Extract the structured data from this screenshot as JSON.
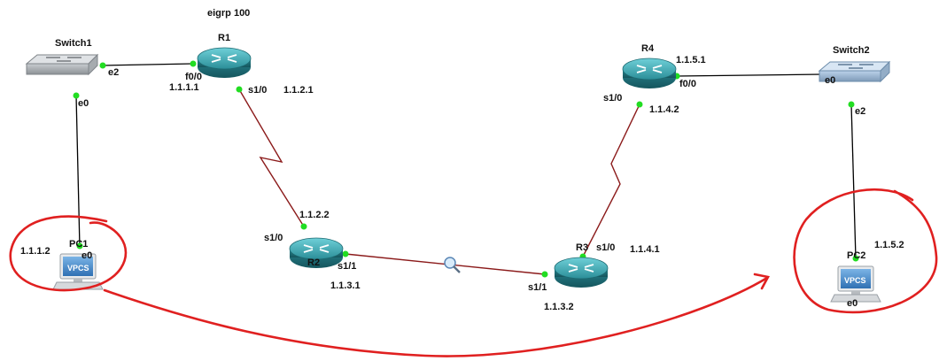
{
  "canvas": {
    "protocol_label": "eigrp 100"
  },
  "devices": {
    "switch1": {
      "name": "Switch1"
    },
    "switch2": {
      "name": "Switch2"
    },
    "r1": {
      "name": "R1"
    },
    "r2": {
      "name": "R2"
    },
    "r3": {
      "name": "R3"
    },
    "r4": {
      "name": "R4"
    },
    "pc1": {
      "name": "PC1",
      "screen_text": "VPCS"
    },
    "pc2": {
      "name": "PC2",
      "screen_text": "VPCS"
    }
  },
  "interfaces": {
    "sw1_e2": "e2",
    "sw1_e0": "e0",
    "pc1_e0": "e0",
    "r1_f00": "f0/0",
    "r1_s10": "s1/0",
    "r2_s10": "s1/0",
    "r2_s11": "s1/1",
    "r3_s10": "s1/0",
    "r3_s11": "s1/1",
    "r4_s10": "s1/0",
    "r4_f00": "f0/0",
    "sw2_e0": "e0",
    "sw2_e2": "e2",
    "pc2_e0": "e0"
  },
  "addresses": {
    "pc1": "1.1.1.2",
    "r1_f00": "1.1.1.1",
    "r1_s10": "1.1.2.1",
    "r2_s10": "1.1.2.2",
    "r2_s11": "1.1.3.1",
    "r3_s11": "1.1.3.2",
    "r3_s10": "1.1.4.1",
    "r4_s10": "1.1.4.2",
    "r4_f00": "1.1.5.1",
    "pc2": "1.1.5.2"
  },
  "colors": {
    "serial_link": "#8b1a1a",
    "ethernet_link": "#000000",
    "port_up": "#22dd22",
    "annotation": "#e02020",
    "router_body": "#2e8f9a",
    "vpcs_screen": "#3f86c8"
  }
}
